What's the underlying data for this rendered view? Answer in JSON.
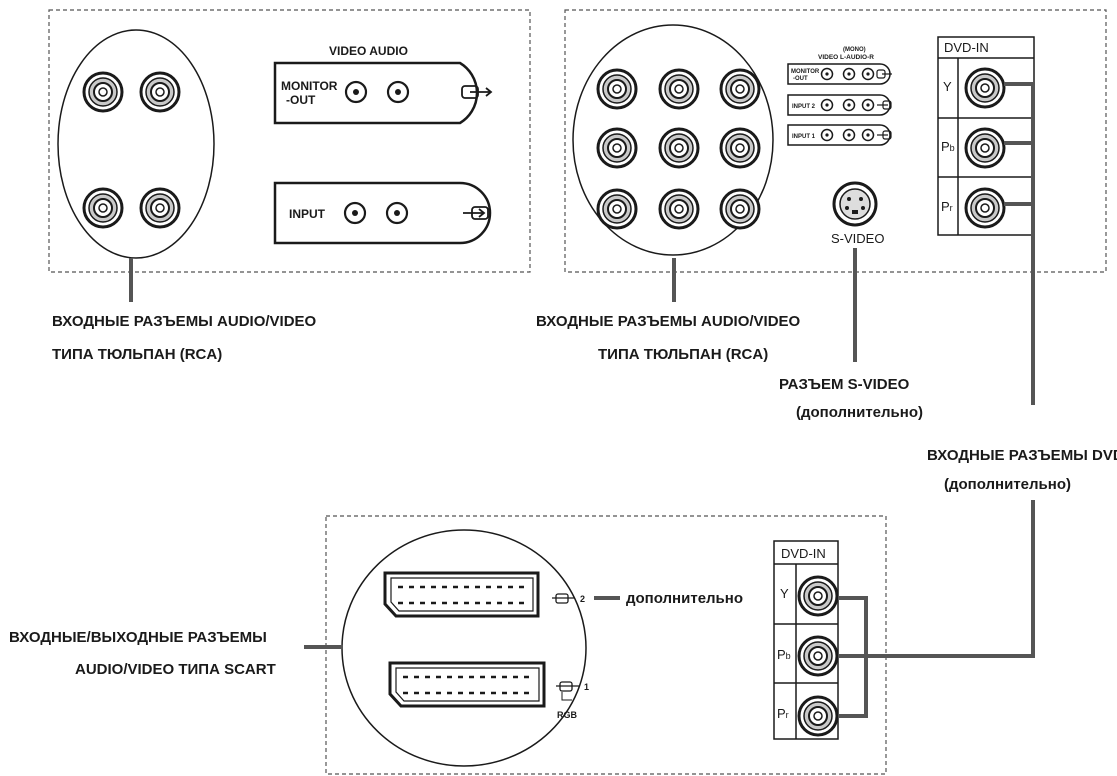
{
  "panel_left": {
    "header": "VIDEO AUDIO",
    "monitor_out_line1": "MONITOR",
    "monitor_out_line2": "-OUT",
    "input_label": "INPUT",
    "caption_line1": "ВХОДНЫЕ РАЗЪЕМЫ AUDIO/VIDEO",
    "caption_line2": "ТИПА ТЮЛЬПАН (RCA)"
  },
  "panel_right": {
    "header_video": "VIDEO",
    "header_mono": "(MONO)",
    "header_audio": "L-AUDIO-R",
    "monitor_out_line1": "MONITOR",
    "monitor_out_line2": "-OUT",
    "input2_label": "INPUT 2",
    "input1_label": "INPUT 1",
    "svideo_label": "S-VIDEO",
    "caption_line1": "ВХОДНЫЕ РАЗЪЕМЫ AUDIO/VIDEO",
    "caption_line2": "ТИПА ТЮЛЬПАН (RCA)",
    "svideo_caption_line1": "РАЗЪЕМ S-VIDEO",
    "svideo_caption_line2": "(дополнительно)",
    "dvd_caption_line1": "ВХОДНЫЕ РАЗЪЕМЫ DVD",
    "dvd_caption_line2": "(дополнительно)"
  },
  "dvd_block": {
    "title": "DVD-IN",
    "y": "Y",
    "pb": "P",
    "pb_sub": "b",
    "pr": "P",
    "pr_sub": "r"
  },
  "panel_bottom": {
    "scart2_label": "2",
    "optional_label": "дополнительно",
    "scart1_label": "1",
    "rgb_label": "RGB",
    "caption_line1": "ВХОДНЫЕ/ВЫХОДНЫЕ РАЗЪЕМЫ",
    "caption_line2": "AUDIO/VIDEO ТИПА SCART"
  },
  "colors": {
    "ink": "#1a1a1a",
    "leader": "#555555",
    "background": "#ffffff"
  }
}
